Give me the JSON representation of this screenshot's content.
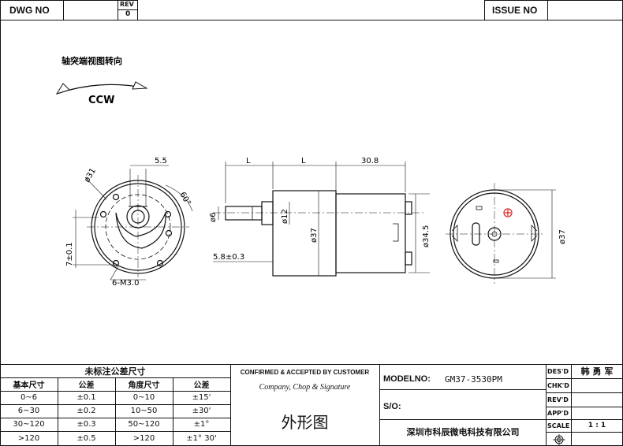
{
  "header": {
    "dwg_no_label": "DWG  NO",
    "rev_label": "REV",
    "rev_value": "0",
    "issue_no_label": "ISSUE  NO"
  },
  "drawing": {
    "rotation_note": "轴突端视图转向",
    "direction": "CCW",
    "dims": {
      "shaft_flat": "5.5",
      "pcd": "ø31",
      "angle": "60°",
      "offset": "7±0.1",
      "screw": "6-M3.0",
      "len_l1": "L",
      "len_l2": "L",
      "len_motor": "30.8",
      "shaft_dia": "ø6",
      "boss_dia": "ø12",
      "gear_dia": "ø37",
      "motor_dia": "ø34.5",
      "shaft_len": "5.8±0.3",
      "back_dia": "ø37"
    }
  },
  "tolerance_table": {
    "title": "未标注公差尺寸",
    "headers": [
      "基本尺寸",
      "公差",
      "角度尺寸",
      "公差"
    ],
    "rows": [
      [
        "0~6",
        "±0.1",
        "0~10",
        "±15'"
      ],
      [
        "6~30",
        "±0.2",
        "10~50",
        "±30'"
      ],
      [
        "30~120",
        "±0.3",
        "50~120",
        "±1°"
      ],
      [
        ">120",
        "±0.5",
        ">120",
        "±1° 30'"
      ]
    ]
  },
  "approval": {
    "title": "CONFIRMED & ACCEPTED BY CUSTOMER",
    "subtitle": "Company, Chop & Signature",
    "drawing_name": "外形图"
  },
  "model": {
    "model_label": "MODELNO:",
    "model_value": "GM37-3530PM",
    "so_label": "S/O:",
    "company": "深圳市科辰微电科技有限公司"
  },
  "signoff": {
    "des_label": "DES'D",
    "des_value": "韩 勇 军",
    "chk_label": "CHK'D",
    "rev_label": "REV'D",
    "app_label": "APP'D",
    "scale_label": "SCALE",
    "scale_value": "1 : 1"
  }
}
